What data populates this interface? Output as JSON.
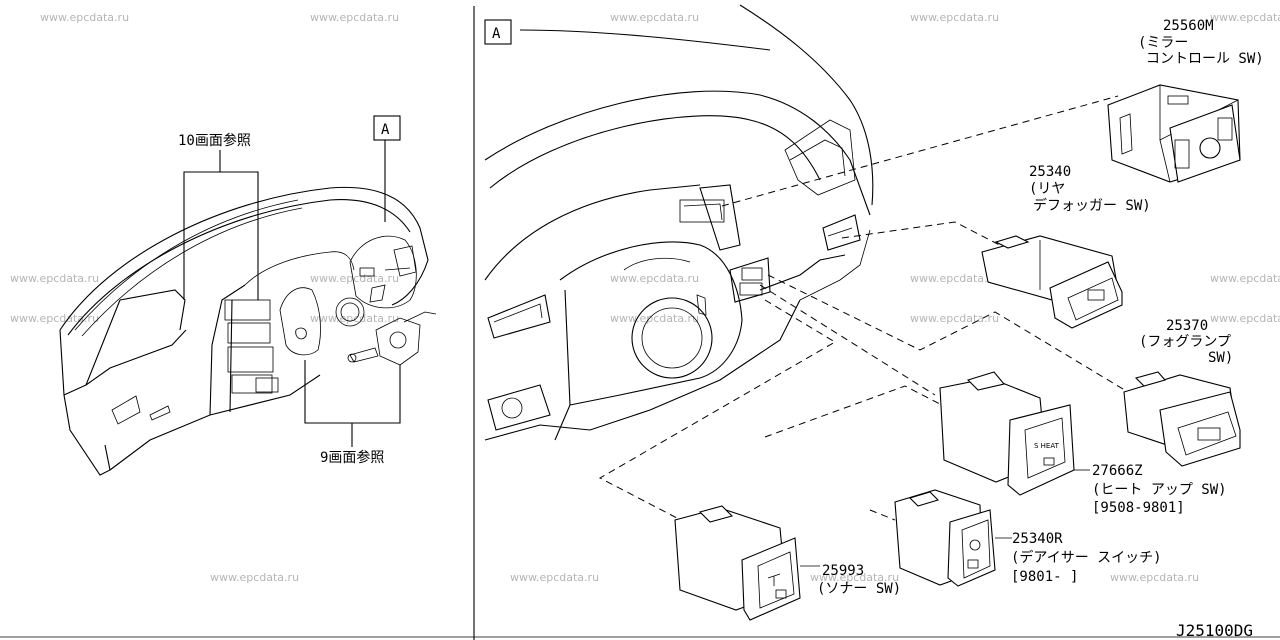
{
  "watermark": "www.epcdata.ru",
  "diagram_code": "J25100DG",
  "detail_marker": "A",
  "left_panel": {
    "ref_top": "10画面参照",
    "ref_bottom": "9画面参照",
    "detail_marker": "A"
  },
  "parts": [
    {
      "code": "25560M",
      "desc_lines": [
        "(ミラー",
        "コントロール SW)"
      ]
    },
    {
      "code": "25340",
      "desc_lines": [
        "(リヤ",
        "デフォッガー SW)"
      ]
    },
    {
      "code": "25370",
      "desc_lines": [
        "(フォグランプ",
        "SW)"
      ]
    },
    {
      "code": "27666Z",
      "desc_lines": [
        "(ヒート アップ SW)",
        "[9508-9801]"
      ]
    },
    {
      "code": "25340R",
      "desc_lines": [
        "(デアイサー スイッチ)",
        "[9801-  ]"
      ]
    },
    {
      "code": "25993",
      "desc_lines": [
        "(ソナー SW)"
      ]
    }
  ]
}
